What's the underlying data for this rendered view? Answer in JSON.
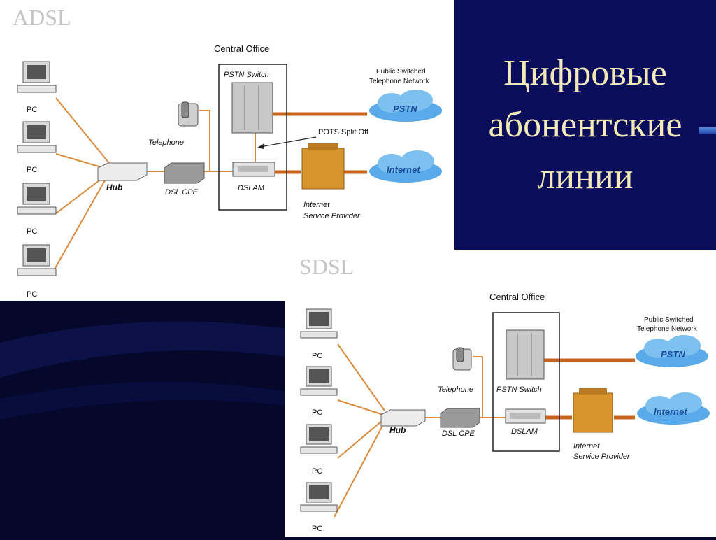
{
  "slide": {
    "title_lines": [
      "Цифровые",
      "абонентские",
      "линии"
    ]
  },
  "adsl": {
    "section_label": "ADSL",
    "central_office": "Central Office",
    "pstn_switch": "PSTN Switch",
    "pstn_network_1": "Public Switched",
    "pstn_network_2": "Telephone Network",
    "pstn_cloud": "PSTN",
    "internet_cloud": "Internet",
    "telephone": "Telephone",
    "pots": "POTS Split Off",
    "hub": "Hub",
    "dsl_cpe": "DSL CPE",
    "dslam": "DSLAM",
    "isp_1": "Internet",
    "isp_2": "Service Provider",
    "pc": [
      "PC",
      "PC",
      "PC",
      "PC"
    ]
  },
  "sdsl": {
    "section_label": "SDSL",
    "central_office": "Central Office",
    "pstn_switch": "PSTN Switch",
    "pstn_network_1": "Public Switched",
    "pstn_network_2": "Telephone Network",
    "pstn_cloud": "PSTN",
    "internet_cloud": "Internet",
    "telephone": "Telephone",
    "hub": "Hub",
    "dsl_cpe": "DSL CPE",
    "dslam": "DSLAM",
    "isp_1": "Internet",
    "isp_2": "Service Provider",
    "pc": [
      "PC",
      "PC",
      "PC",
      "PC"
    ]
  },
  "colors": {
    "background": "#05082a",
    "title_bg": "#0a0d5a",
    "title_text": "#f3e9b8",
    "link": "#d98a3a",
    "link_thick": "#c9641e",
    "cloud": "#5aa9e8"
  }
}
